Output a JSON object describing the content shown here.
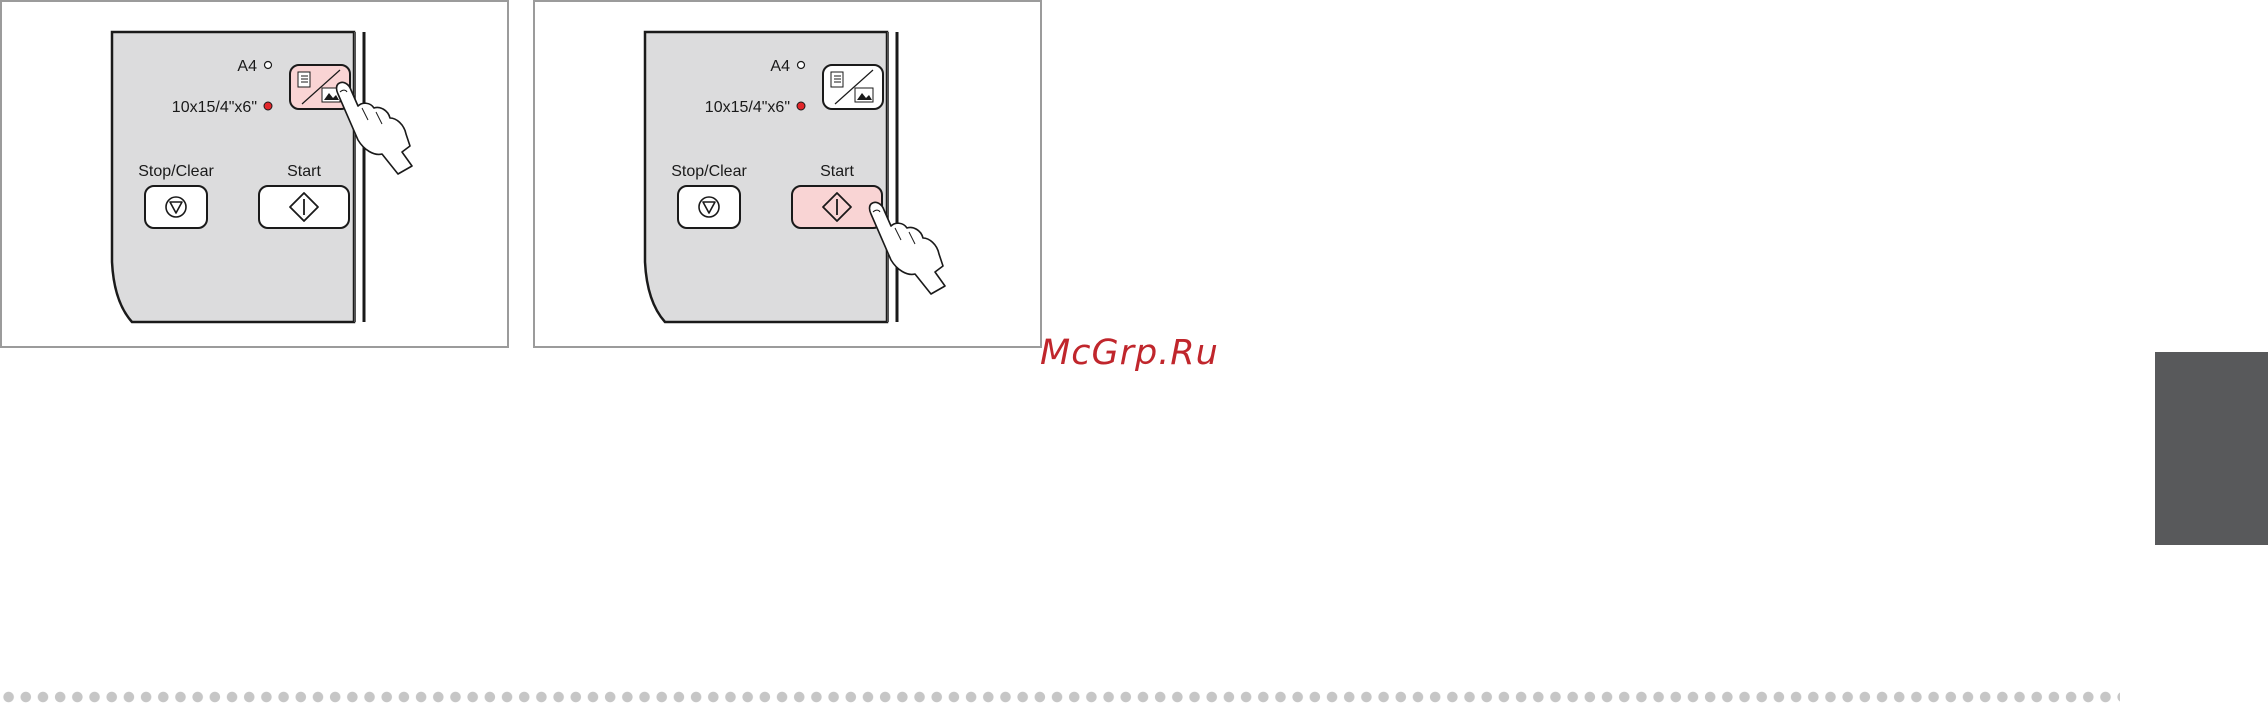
{
  "watermark": "McGrp.Ru",
  "colors": {
    "panel_gray": "#dcdcdd",
    "active_highlight": "#f9d4d4",
    "led_red": "#e2262a",
    "side_tab": "#58595b",
    "dots": "#c6c6c6"
  },
  "panels": [
    {
      "paper_a4_label": "A4",
      "paper_photo_label": "10x15/4\"x6\"",
      "stop_label": "Stop/Clear",
      "start_label": "Start",
      "active_button": "paper-size-button"
    },
    {
      "paper_a4_label": "A4",
      "paper_photo_label": "10x15/4\"x6\"",
      "stop_label": "Stop/Clear",
      "start_label": "Start",
      "active_button": "start-button"
    }
  ]
}
